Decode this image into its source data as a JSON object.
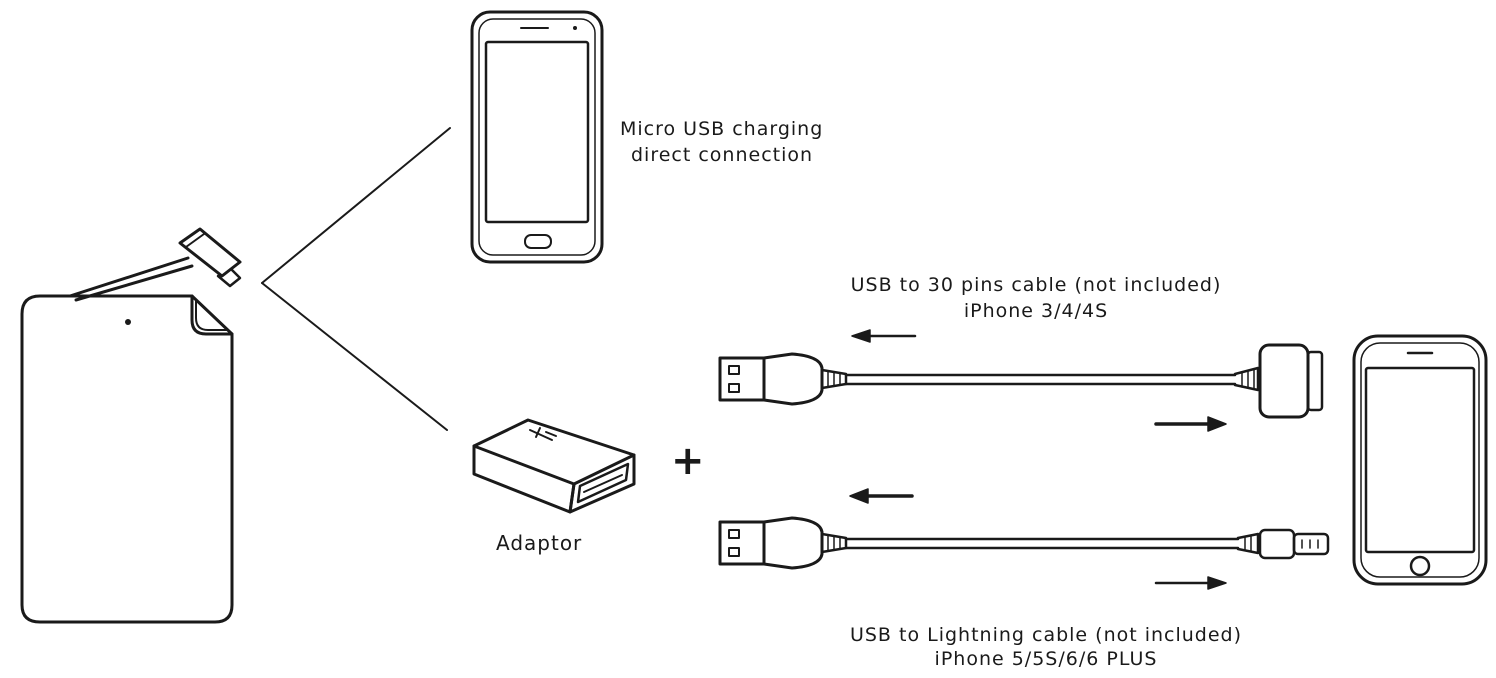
{
  "labels": {
    "micro_usb_line1": "Micro USB charging",
    "micro_usb_line2": "direct connection",
    "usb30_line1": "USB to 30 pins cable (not included)",
    "usb30_line2": "iPhone 3/4/4S",
    "lightning_line1": "USB to Lightning cable (not included)",
    "lightning_line2": "iPhone 5/5S/6/6 PLUS",
    "adaptor": "Adaptor",
    "plus": "+"
  },
  "colors": {
    "line": "#1a1a1a",
    "background": "#ffffff"
  },
  "icons": [
    "power-bank-icon",
    "micro-usb-plug-icon",
    "android-phone-icon",
    "usb-adaptor-icon",
    "usb-a-plug-icon",
    "30-pin-connector-icon",
    "lightning-connector-icon",
    "iphone-icon",
    "arrow-left-icon",
    "arrow-right-icon"
  ]
}
